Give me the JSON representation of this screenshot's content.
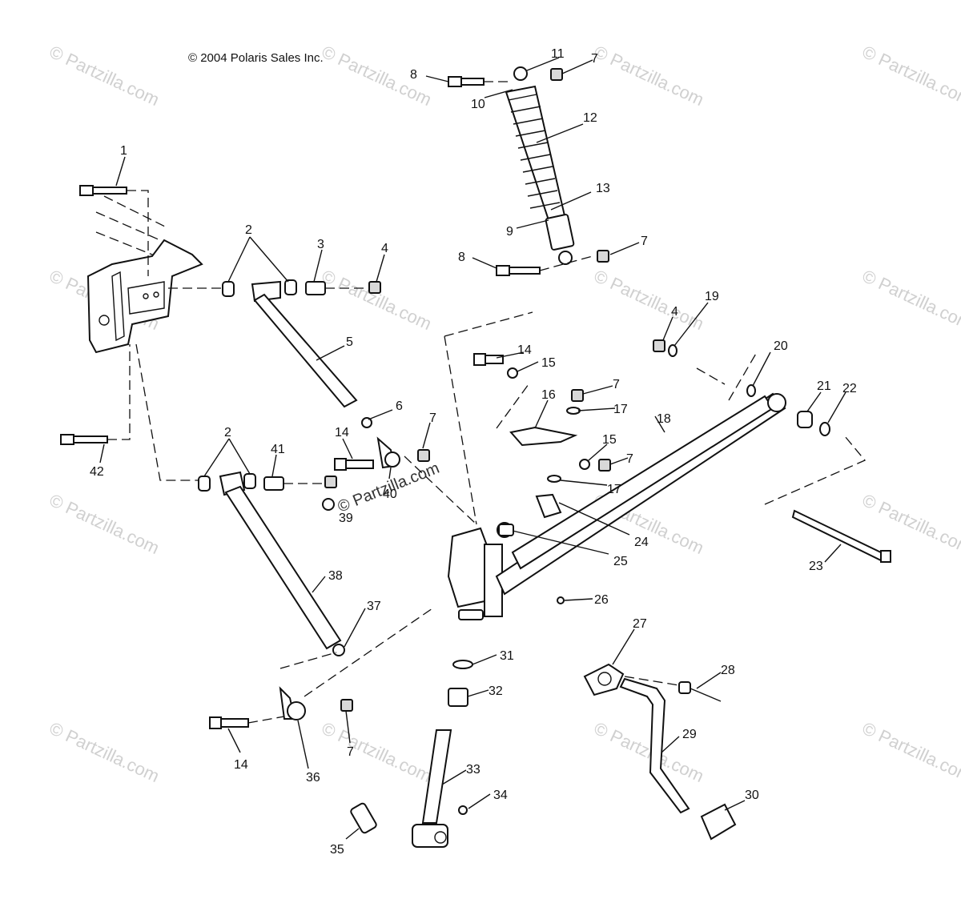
{
  "copyright": "© 2004 Polaris Sales Inc.",
  "watermark": "© Partzilla.com",
  "watermark_center": "© Partzilla.com",
  "callouts": {
    "c1": "1",
    "c2a": "2",
    "c2b": "2",
    "c3": "3",
    "c4a": "4",
    "c4b": "4",
    "c5": "5",
    "c6": "6",
    "c7a": "7",
    "c7b": "7",
    "c7c": "7",
    "c7d": "7",
    "c7e": "7",
    "c7f": "7",
    "c8a": "8",
    "c8b": "8",
    "c9": "9",
    "c10": "10",
    "c11": "11",
    "c12": "12",
    "c13": "13",
    "c14a": "14",
    "c14b": "14",
    "c14c": "14",
    "c15a": "15",
    "c15b": "15",
    "c16": "16",
    "c17a": "17",
    "c17b": "17",
    "c18": "18",
    "c19": "19",
    "c20": "20",
    "c21": "21",
    "c22": "22",
    "c23": "23",
    "c24": "24",
    "c25": "25",
    "c26": "26",
    "c27": "27",
    "c28": "28",
    "c29": "29",
    "c30": "30",
    "c31": "31",
    "c32": "32",
    "c33": "33",
    "c34": "34",
    "c35": "35",
    "c36": "36",
    "c37": "37",
    "c38": "38",
    "c39": "39",
    "c40": "40",
    "c41": "41",
    "c42": "42"
  }
}
